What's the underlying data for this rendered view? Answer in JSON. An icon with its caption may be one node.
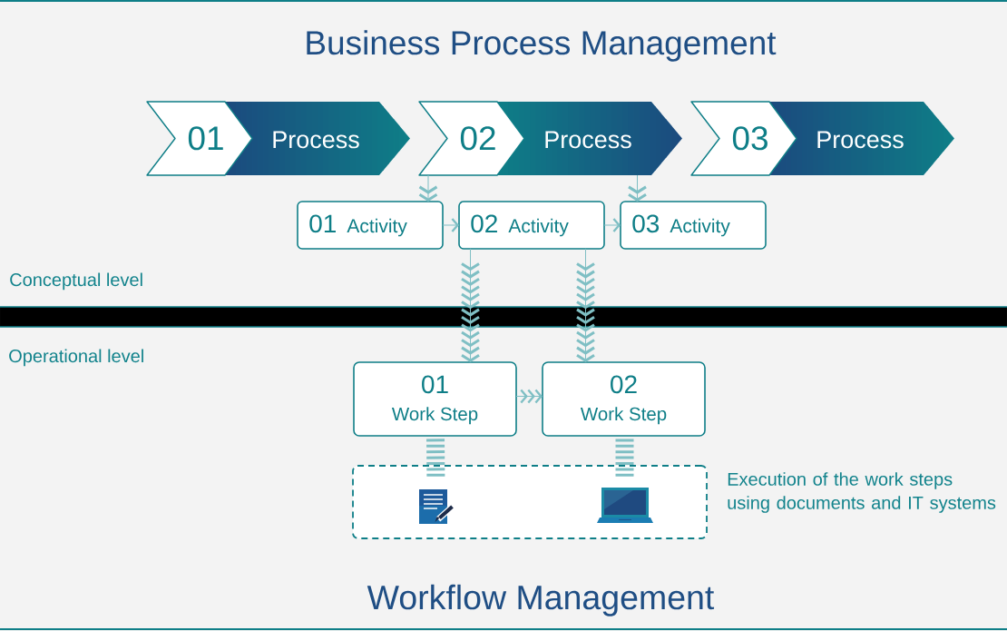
{
  "diagram": {
    "title": "Business Process Management",
    "nodes": [
      {
        "text": [
          "01",
          "Process"
        ]
      },
      {
        "text": [
          "02",
          "Process"
        ]
      },
      {
        "text": [
          "03",
          "Process"
        ]
      },
      {
        "text": [
          "01",
          "Activity"
        ]
      },
      {
        "text": [
          "02",
          "Activity"
        ]
      },
      {
        "text": [
          "03",
          "Activity"
        ]
      },
      {
        "text": [
          "01",
          "Work Step"
        ]
      },
      {
        "text": [
          "02",
          "Work Step"
        ]
      },
      {
        "text": [],
        "shape": "box",
        "beside": [
          "Execution of the work steps using documents and IT systems"
        ]
      },
      {
        "text": [],
        "shape": "picture",
        "in": 8
      },
      {
        "text": [],
        "shape": "picture",
        "in": 8
      }
    ],
    "edges": [
      {
        "from": 1,
        "to": 3,
        "arrow": "to"
      },
      {
        "from": 1,
        "to": 5,
        "arrow": "to"
      },
      {
        "from": 3,
        "to": 4,
        "arrow": "to"
      },
      {
        "from": 4,
        "to": 5,
        "arrow": "to"
      },
      {
        "from": 4,
        "to": 6,
        "arrow": "to"
      },
      {
        "from": 4,
        "to": 7,
        "arrow": "to"
      },
      {
        "from": 6,
        "to": 7,
        "arrow": "to"
      },
      {
        "from": 6,
        "to": 9,
        "arrow": "none",
        "style": "dashed"
      },
      {
        "from": 7,
        "to": 10,
        "arrow": "none",
        "style": "dashed"
      }
    ],
    "labels": [
      "Conceptual level",
      "Operational level",
      "Workflow Management"
    ]
  }
}
